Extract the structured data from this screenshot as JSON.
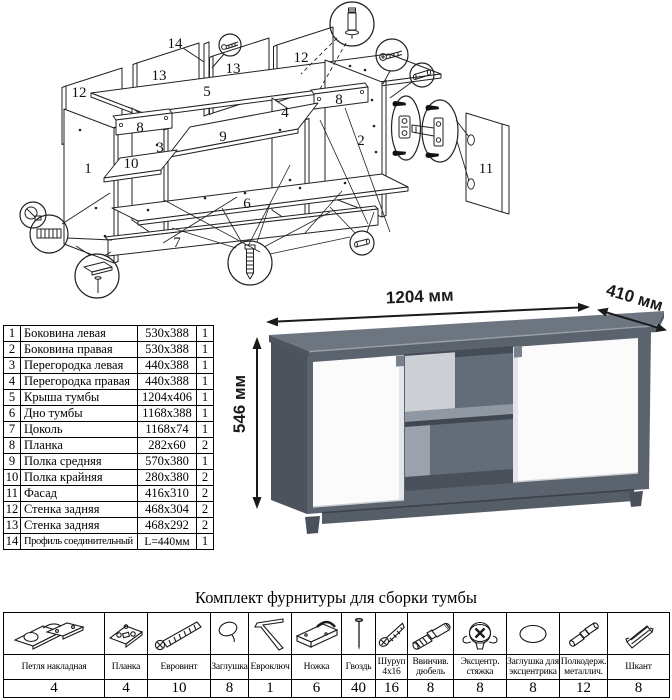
{
  "exploded": {
    "labels": [
      "14",
      "13",
      "12",
      "13",
      "12",
      "5",
      "8",
      "3",
      "10",
      "1",
      "9",
      "4",
      "8",
      "2",
      "6",
      "7",
      "11"
    ]
  },
  "parts": {
    "rows": [
      {
        "num": "1",
        "name": "Боковина левая",
        "size": "530х388",
        "qty": "1"
      },
      {
        "num": "2",
        "name": "Боковина правая",
        "size": "530х388",
        "qty": "1"
      },
      {
        "num": "3",
        "name": "Перегородка левая",
        "size": "440х388",
        "qty": "1"
      },
      {
        "num": "4",
        "name": "Перегородка правая",
        "size": "440х388",
        "qty": "1"
      },
      {
        "num": "5",
        "name": "Крыша тумбы",
        "size": "1204х406",
        "qty": "1"
      },
      {
        "num": "6",
        "name": "Дно тумбы",
        "size": "1168х388",
        "qty": "1"
      },
      {
        "num": "7",
        "name": "Цоколь",
        "size": "1168х74",
        "qty": "1"
      },
      {
        "num": "8",
        "name": "Планка",
        "size": "282х60",
        "qty": "2"
      },
      {
        "num": "9",
        "name": "Полка средняя",
        "size": "570х380",
        "qty": "1"
      },
      {
        "num": "10",
        "name": "Полка крайняя",
        "size": "280х380",
        "qty": "2"
      },
      {
        "num": "11",
        "name": "Фасад",
        "size": "416х310",
        "qty": "2"
      },
      {
        "num": "12",
        "name": "Стенка задняя",
        "size": "468х304",
        "qty": "2"
      },
      {
        "num": "13",
        "name": "Стенка задняя",
        "size": "468х292",
        "qty": "2"
      },
      {
        "num": "14",
        "name": "Профиль соединительный",
        "size": "L=440мм",
        "qty": "1"
      }
    ]
  },
  "dimensions": {
    "length": "1204 мм",
    "depth": "410 мм",
    "height": "546 мм"
  },
  "hardware": {
    "title": "Комплект фурнитуры для сборки тумбы",
    "items": [
      {
        "name": "Петля накладная",
        "qty": "4",
        "icon": "hinge-icon"
      },
      {
        "name": "Планка",
        "qty": "4",
        "icon": "mounting-plate-icon"
      },
      {
        "name": "Евровинт",
        "qty": "10",
        "icon": "confirmat-screw-icon"
      },
      {
        "name": "Заглушка",
        "qty": "8",
        "icon": "cap-icon"
      },
      {
        "name": "Евроключ",
        "qty": "1",
        "icon": "hex-key-icon"
      },
      {
        "name": "Ножка",
        "qty": "6",
        "icon": "foot-icon"
      },
      {
        "name": "Гвоздь",
        "qty": "40",
        "icon": "nail-icon"
      },
      {
        "name": "Шуруп 4х16",
        "qty": "16",
        "icon": "screw-icon"
      },
      {
        "name": "Ввинчив. дюбель",
        "qty": "8",
        "icon": "threaded-dowel-icon"
      },
      {
        "name": "Эксцентр. стяжка",
        "qty": "8",
        "icon": "cam-lock-icon"
      },
      {
        "name": "Заглушка для эксцентрика",
        "qty": "8",
        "icon": "cam-cap-icon"
      },
      {
        "name": "Полкодерж. металлич.",
        "qty": "12",
        "icon": "shelf-pin-icon"
      },
      {
        "name": "Шкант",
        "qty": "8",
        "icon": "wood-dowel-icon"
      }
    ]
  }
}
